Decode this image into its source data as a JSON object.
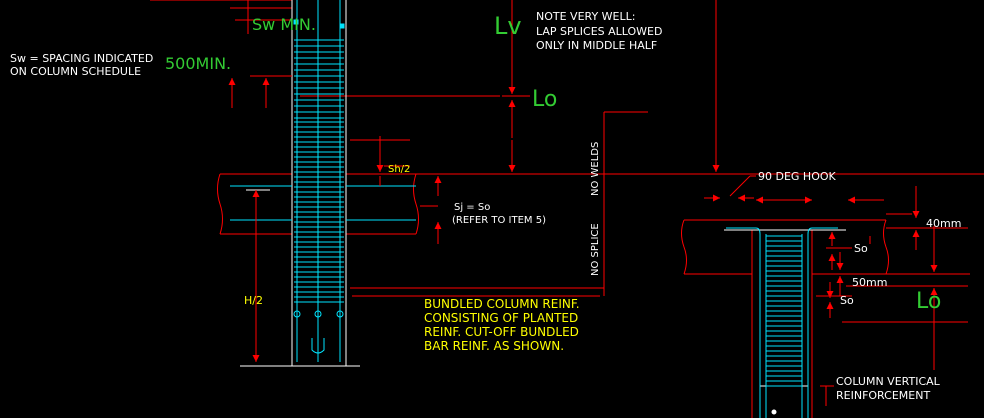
{
  "colors": {
    "background": "#000000",
    "red": "#ff0000",
    "cyan": "#00e5ff",
    "white": "#ffffff",
    "yellow": "#ffff00",
    "green": "#33cc33"
  },
  "labels": {
    "sw_min": "Sw MIN.",
    "sw_note_line1": "Sw = SPACING INDICATED",
    "sw_note_line2": "ON COLUMN SCHEDULE",
    "min_500": "500MIN.",
    "lv": "Lv",
    "note_line1": "NOTE VERY WELL:",
    "note_line2": "LAP SPLICES ALLOWED",
    "note_line3": "ONLY IN MIDDLE HALF",
    "lo_top": "Lo",
    "no_welds": "NO WELDS",
    "no_splice": "NO SPLICE",
    "sh2": "Sh/2",
    "sj_line1": "Sj = So",
    "sj_line2": "(REFER TO ITEM 5)",
    "h2": "H/2",
    "bundled_line1": "BUNDLED COLUMN REINF.",
    "bundled_line2": "CONSISTING OF PLANTED",
    "bundled_line3": "REINF. CUT-OFF BUNDLED",
    "bundled_line4": "BAR REINF. AS SHOWN.",
    "hook": "90 DEG HOOK",
    "dim_40": "40mm",
    "so_1": "So",
    "dim_50": "50mm",
    "so_2": "So",
    "lo_right": "Lo",
    "col_line1": "COLUMN VERTICAL",
    "col_line2": "REINFORCEMENT"
  }
}
